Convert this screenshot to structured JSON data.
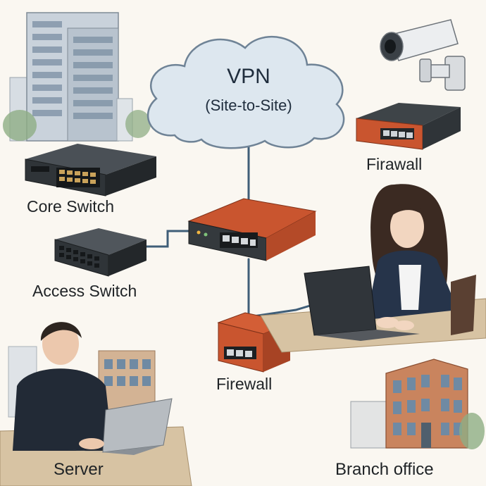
{
  "cloud": {
    "title": "VPN",
    "subtitle": "(Site-to-Site)"
  },
  "labels": {
    "core_switch": "Core Switch",
    "access_switch": "Access Switch",
    "firewall_top": "Firawall",
    "firewall_center": "Firewall",
    "server": "Server",
    "branch_office": "Branch office"
  },
  "colors": {
    "background": "#faf7f1",
    "cloud_fill": "#dde7ef",
    "cloud_stroke": "#6f8396",
    "cable": "#3f5e78",
    "firewall_orange": "#c9552f",
    "device_dark": "#2f3438"
  }
}
